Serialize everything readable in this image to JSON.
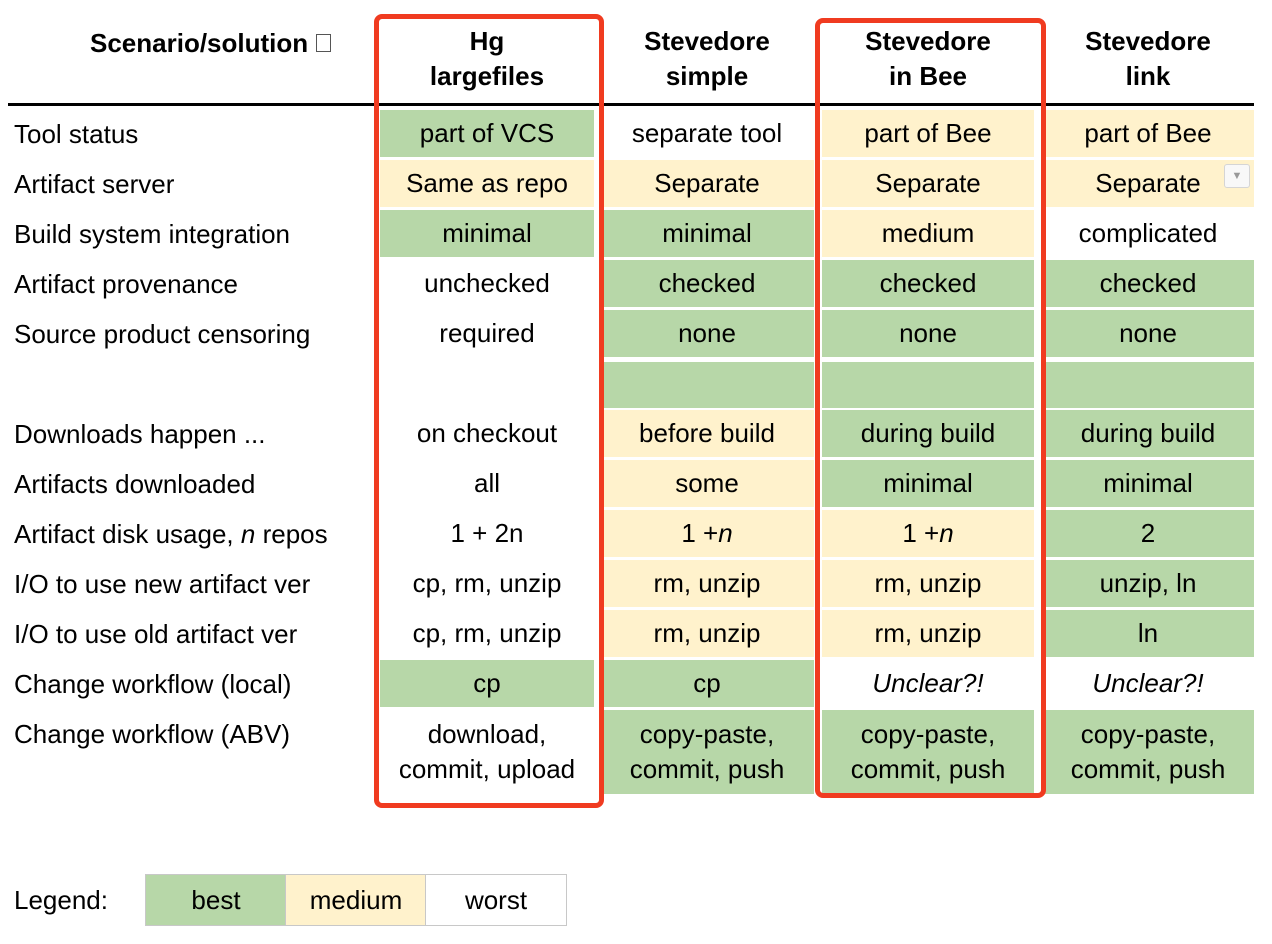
{
  "header": {
    "label": "Scenario/solution",
    "columns": [
      "Hg\nlargefiles",
      "Stevedore\nsimple",
      "Stevedore\nin Bee",
      "Stevedore\nlink"
    ]
  },
  "rows": [
    {
      "label": "Tool status",
      "cells": [
        {
          "text": "part of VCS",
          "rating": "best"
        },
        {
          "text": "separate tool",
          "rating": "worst"
        },
        {
          "text": "part of Bee",
          "rating": "medium"
        },
        {
          "text": "part of Bee",
          "rating": "medium"
        }
      ]
    },
    {
      "label": "Artifact server",
      "cells": [
        {
          "text": "Same as repo",
          "rating": "medium"
        },
        {
          "text": "Separate",
          "rating": "medium"
        },
        {
          "text": "Separate",
          "rating": "medium"
        },
        {
          "text": "Separate",
          "rating": "medium"
        }
      ]
    },
    {
      "label": "Build system integration",
      "cells": [
        {
          "text": "minimal",
          "rating": "best"
        },
        {
          "text": "minimal",
          "rating": "best"
        },
        {
          "text": "medium",
          "rating": "medium"
        },
        {
          "text": "complicated",
          "rating": "worst"
        }
      ]
    },
    {
      "label": "Artifact provenance",
      "cells": [
        {
          "text": "unchecked",
          "rating": "worst"
        },
        {
          "text": "checked",
          "rating": "best"
        },
        {
          "text": "checked",
          "rating": "best"
        },
        {
          "text": "checked",
          "rating": "best"
        }
      ]
    },
    {
      "label": "Source product censoring",
      "cells": [
        {
          "text": "required",
          "rating": "worst"
        },
        {
          "text": "none",
          "rating": "best"
        },
        {
          "text": "none",
          "rating": "best"
        },
        {
          "text": "none",
          "rating": "best"
        }
      ]
    },
    {
      "label": "Downloads happen ...",
      "cells": [
        {
          "text": "on checkout",
          "rating": "worst"
        },
        {
          "text": "before build",
          "rating": "medium"
        },
        {
          "text": "during build",
          "rating": "best"
        },
        {
          "text": "during build",
          "rating": "best"
        }
      ]
    },
    {
      "label": "Artifacts downloaded",
      "cells": [
        {
          "text": "all",
          "rating": "worst"
        },
        {
          "text": "some",
          "rating": "medium"
        },
        {
          "text": "minimal",
          "rating": "best"
        },
        {
          "text": "minimal",
          "rating": "best"
        }
      ]
    },
    {
      "label": "Artifact disk usage, n repos",
      "cells": [
        {
          "text": "1 + 2n",
          "rating": "worst"
        },
        {
          "text": "1 + n",
          "rating": "medium"
        },
        {
          "text": "1 + n",
          "rating": "medium"
        },
        {
          "text": "2",
          "rating": "best"
        }
      ]
    },
    {
      "label": "I/O to use new artifact ver",
      "cells": [
        {
          "text": "cp, rm, unzip",
          "rating": "worst"
        },
        {
          "text": "rm, unzip",
          "rating": "medium"
        },
        {
          "text": "rm, unzip",
          "rating": "medium"
        },
        {
          "text": "unzip, ln",
          "rating": "best"
        }
      ]
    },
    {
      "label": "I/O to use old artifact ver",
      "cells": [
        {
          "text": "cp, rm, unzip",
          "rating": "worst"
        },
        {
          "text": "rm, unzip",
          "rating": "medium"
        },
        {
          "text": "rm, unzip",
          "rating": "medium"
        },
        {
          "text": "ln",
          "rating": "best"
        }
      ]
    },
    {
      "label": "Change workflow (local)",
      "cells": [
        {
          "text": "cp",
          "rating": "best"
        },
        {
          "text": "cp",
          "rating": "best"
        },
        {
          "text": "Unclear?!",
          "rating": "worst"
        },
        {
          "text": "Unclear?!",
          "rating": "worst"
        }
      ]
    },
    {
      "label": "Change workflow (ABV)",
      "cells": [
        {
          "text": "download,\ncommit, upload",
          "rating": "worst"
        },
        {
          "text": "copy-paste,\ncommit, push",
          "rating": "best"
        },
        {
          "text": "copy-paste,\ncommit, push",
          "rating": "best"
        },
        {
          "text": "copy-paste,\ncommit, push",
          "rating": "best"
        }
      ]
    }
  ],
  "legend": {
    "label": "Legend:",
    "items": [
      {
        "text": "best",
        "rating": "best"
      },
      {
        "text": "medium",
        "rating": "medium"
      },
      {
        "text": "worst",
        "rating": "worst"
      }
    ]
  },
  "colors": {
    "best": "#b7d7a8",
    "medium": "#fff2cc",
    "worst": "#ffffff",
    "highlight": "#f03b20"
  },
  "highlighted_columns": [
    "Hg\nlargefiles",
    "Stevedore\nin Bee"
  ]
}
